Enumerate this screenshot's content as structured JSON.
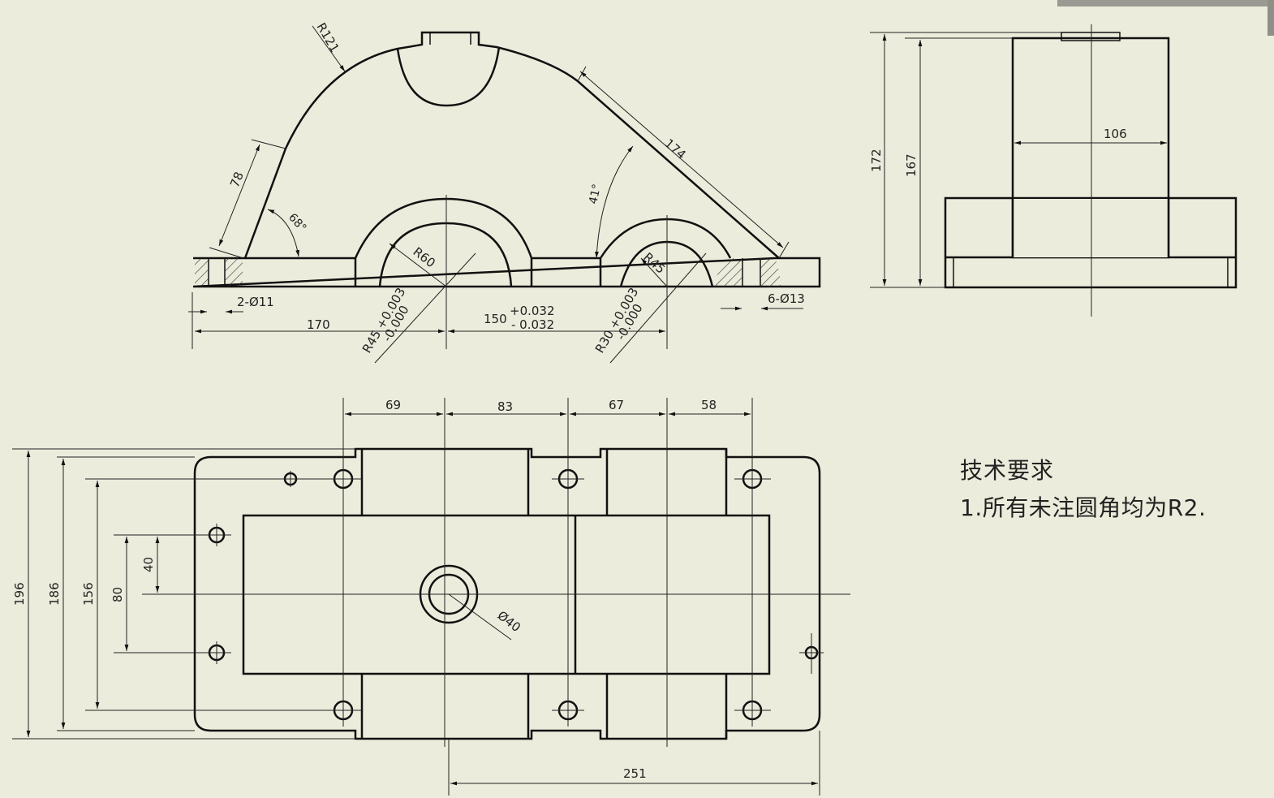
{
  "colors": {
    "background": "#ececdc",
    "line": "#111111",
    "thin": "#222222",
    "hatch": "#333333"
  },
  "notes": {
    "title": "技术要求",
    "line1": "1.所有未注圆角均为R2."
  },
  "front_view": {
    "dims": {
      "r121": "R121",
      "d78": "78",
      "a68": "68°",
      "r60": "R60",
      "a41": "41°",
      "d174": "174",
      "r45": "R45",
      "holes2": "2-Ø11",
      "holes6": "6-Ø13",
      "d170": "170",
      "r45tol": "R45 +0.003\n -0.000",
      "r45tol_a": "R45 +0.003",
      "r45tol_b": "-0.000",
      "d150": "150",
      "d150_up": "+0.032",
      "d150_dn": "- 0.032",
      "r30tol_a": "R30 +0.003",
      "r30tol_b": "-0.000"
    }
  },
  "side_view": {
    "dims": {
      "d172": "172",
      "d167": "167",
      "d106": "106"
    }
  },
  "top_view": {
    "dims": {
      "d69": "69",
      "d83": "83",
      "d67": "67",
      "d58": "58",
      "d196": "196",
      "d186": "186",
      "d156": "156",
      "d80": "80",
      "d40": "40",
      "dia40": "Ø40",
      "d251": "251"
    }
  }
}
